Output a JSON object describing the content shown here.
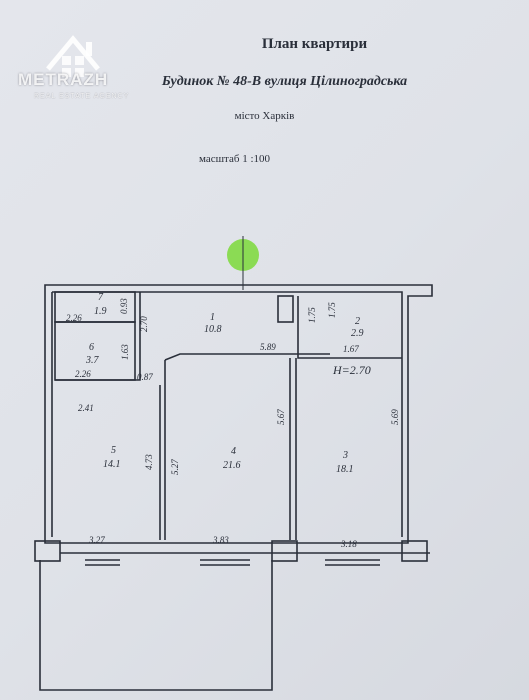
{
  "logo": {
    "brand": "METRAZH",
    "tagline": "REAL ESTATE AGENCY"
  },
  "header": {
    "title": "План квартири",
    "address": "Будинок № 48-В вулиця Цілиноградська",
    "city": "місто Харків",
    "scale": "масштаб 1 :100"
  },
  "plan": {
    "height": "H=2.70",
    "rooms": [
      {
        "number": "1",
        "area": "10.8"
      },
      {
        "number": "2",
        "area": "2.9"
      },
      {
        "number": "3",
        "area": "18.1"
      },
      {
        "number": "4",
        "area": "21.6"
      },
      {
        "number": "5",
        "area": "14.1"
      },
      {
        "number": "6",
        "area": "3.7"
      },
      {
        "number": "7",
        "area": "1.9"
      }
    ],
    "dimensions": {
      "d226": "2.26",
      "d093": "0.93",
      "d270": "2.70",
      "d175a": "1.75",
      "d175b": "1.75",
      "d163": "1.63",
      "d226b": "2.26",
      "d087": "0.87",
      "d589": "5.89",
      "d167": "1.67",
      "d241": "2.41",
      "d473": "4.73",
      "d527": "5.27",
      "d567": "5.67",
      "d569": "5.69",
      "d327": "3.27",
      "d383": "3.83",
      "d318": "3.18"
    }
  },
  "colors": {
    "ink": "#2a2f3a",
    "compass": "#7bd93a",
    "paper": "#e0e3e9"
  }
}
